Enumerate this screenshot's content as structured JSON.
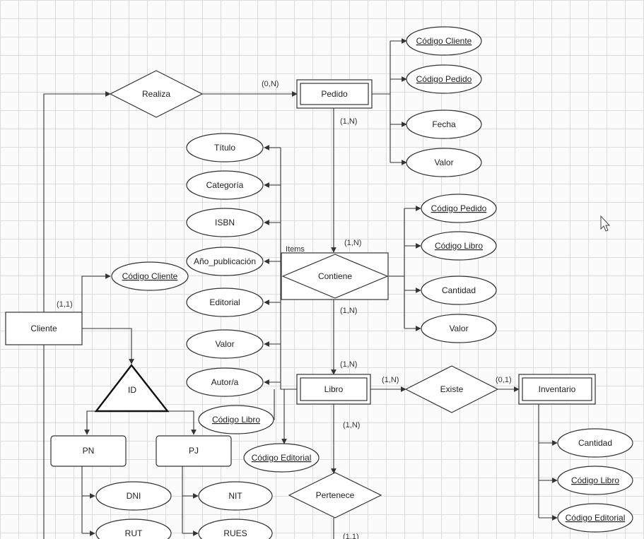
{
  "entities": {
    "pedido": "Pedido",
    "cliente": "Cliente",
    "libro": "Libro",
    "inventario": "Inventario",
    "pn": "PN",
    "pj": "PJ"
  },
  "relationships": {
    "realiza": "Realiza",
    "contiene": "Contiene",
    "contiene_tag": "Items",
    "existe": "Existe",
    "pertenece": "Pertenece",
    "id": "ID"
  },
  "attributes": {
    "pedido_codigo_cliente": "Código Cliente",
    "pedido_codigo_pedido": "Código Pedido",
    "pedido_fecha": "Fecha",
    "pedido_valor": "Valor",
    "items_codigo_pedido": "Código Pedido",
    "items_codigo_libro": "Código Libro",
    "items_cantidad": "Cantidad",
    "items_valor": "Valor",
    "libro_titulo": "Título",
    "libro_categoria": "Categoría",
    "libro_isbn": "ISBN",
    "libro_anio": "Año_publicación",
    "libro_editorial": "Editorial",
    "libro_valor": "Valor",
    "libro_autor": "Autor/a",
    "libro_codigo_libro": "Código Libro",
    "libro_codigo_editorial": "Código Editorial",
    "cliente_codigo_cliente": "Código Cliente",
    "pn_dni": "DNI",
    "pn_rut": "RUT",
    "pj_nit": "NIT",
    "pj_rues": "RUES",
    "inv_cantidad": "Cantidad",
    "inv_codigo_libro": "Código Libro",
    "inv_codigo_editorial": "Código Editorial"
  },
  "cardinalities": {
    "realiza_pedido": "(0,N)",
    "pedido_contiene_top": "(1,N)",
    "contiene_top": "(1,N)",
    "contiene_bottom": "(1,N)",
    "libro_top": "(1,N)",
    "libro_existe": "(1,N)",
    "existe_inventario": "(0,1)",
    "libro_pertenece": "(1,N)",
    "cliente": "(1,1)",
    "pertenece_bottom": "(1,1)"
  }
}
